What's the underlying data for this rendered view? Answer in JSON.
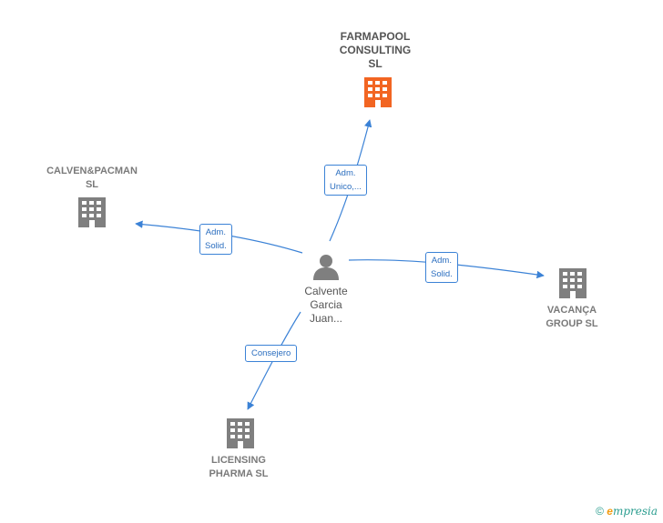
{
  "nodes": {
    "farmapool": {
      "label": "FARMAPOOL\nCONSULTING\nSL",
      "color": "#f26522"
    },
    "calven": {
      "label": "CALVEN&PACMAN\nSL",
      "color": "#7f7f7f"
    },
    "vacanca": {
      "label": "VACANÇA\nGROUP  SL",
      "color": "#7f7f7f"
    },
    "licensing": {
      "label": "LICENSING\nPHARMA SL",
      "color": "#7f7f7f"
    },
    "person": {
      "label": "Calvente\nGarcia\nJuan...",
      "color": "#7f7f7f"
    }
  },
  "edges": {
    "to_farmapool": "Adm.\nUnico,...",
    "to_calven": "Adm.\nSolid.",
    "to_vacanca": "Adm.\nSolid.",
    "to_licensing": "Consejero"
  },
  "colors": {
    "edge": "#3b82d6"
  },
  "footer": {
    "copyright": "©",
    "brand_e": "e",
    "brand_rest": "mpresia"
  }
}
